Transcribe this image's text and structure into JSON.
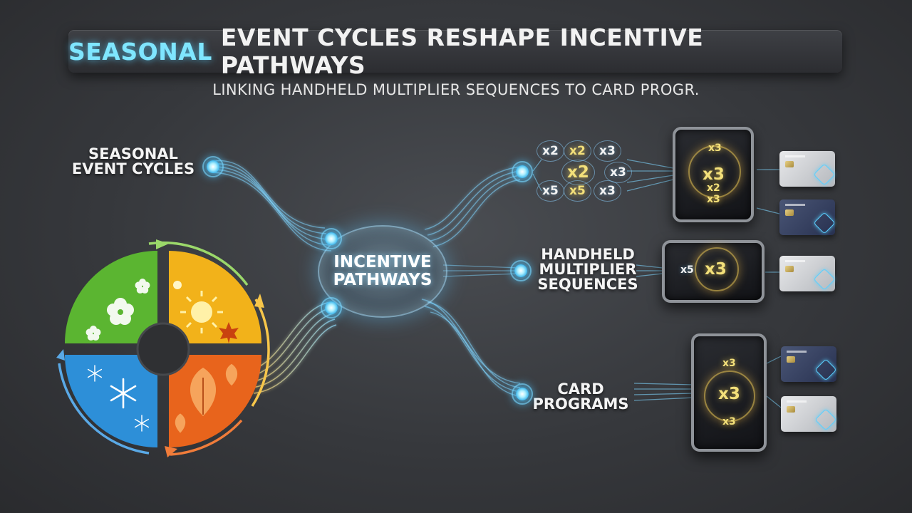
{
  "title": {
    "accent": "SEASONAL",
    "rest": "EVENT CYCLES RESHAPE INCENTIVE PATHWAYS"
  },
  "subtitle": "LINKING HANDHELD MULTIPLIER SEQUENCES TO CARD PROGR.",
  "labels": {
    "seasonal_line1": "SEASONAL",
    "seasonal_line2": "EVENT CYCLES",
    "hub_line1": "INCENTIVE",
    "hub_line2": "PATHWAYS",
    "handheld_line1": "HANDHELD",
    "handheld_line2": "MULTIPLIER",
    "handheld_line3": "SEQUENCES",
    "card_line1": "CARD",
    "card_line2": "PROGRAMS"
  },
  "multiplier_grid": [
    "x2",
    "x2",
    "x3",
    "x2",
    "x3",
    "x5",
    "x5",
    "x3"
  ],
  "device_top": [
    "x3",
    "x3",
    "x2",
    "x3"
  ],
  "device_middle": [
    "x5",
    "x3"
  ],
  "device_bottom": [
    "x3",
    "x3",
    "x3"
  ],
  "colors": {
    "spring": "#5bb531",
    "summer": "#f2b21a",
    "autumn": "#e8641c",
    "winter": "#2d8fd8",
    "glow": "#7fe6ff",
    "gold": "#f3e07a"
  },
  "icons": {
    "spring": "flower-icon",
    "summer": "sun-icon",
    "autumn": "leaf-icon",
    "winter": "snowflake-icon"
  }
}
